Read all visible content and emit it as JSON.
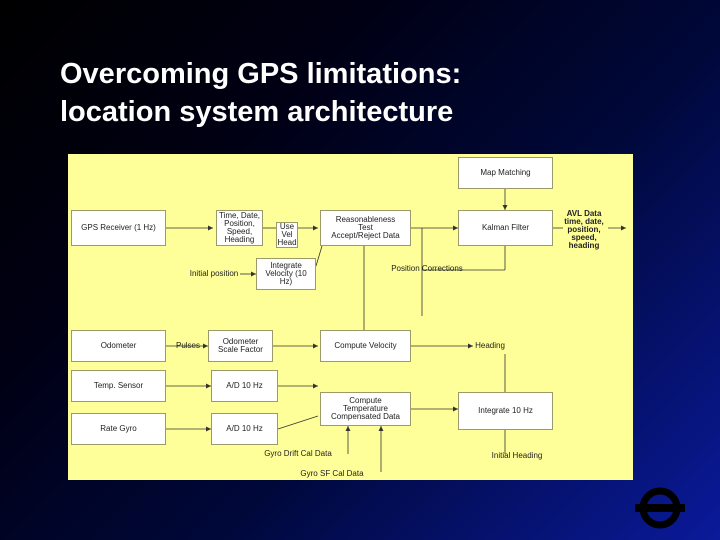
{
  "title": {
    "line1": "Overcoming GPS limitations:",
    "line2": "location system architecture"
  },
  "diagram": {
    "boxes": {
      "gps_receiver": "GPS Receiver (1 Hz)",
      "odometer": "Odometer",
      "temp_sensor": "Temp. Sensor",
      "rate_gyro": "Rate Gyro",
      "time_date": "Time, Date,\nPosition,\nSpeed,\nHeading",
      "use_vel_head": "Use\nVel\nHead",
      "integrate_velocity": "Integrate\nVelocity (10\nHz)",
      "odometer_scale": "Odometer\nScale Factor",
      "ad_10hz_1": "A/D 10 Hz",
      "ad_10hz_2": "A/D 10 Hz",
      "reasonableness": "Reasonableness\nTest\nAccept/Reject Data",
      "compute_velocity": "Compute Velocity",
      "compute_temp": "Compute\nTemperature\nCompensated Data",
      "map_matching": "Map Matching",
      "kalman_filter": "Kalman Filter",
      "integrate_10hz": "Integrate 10 Hz"
    },
    "labels": {
      "initial_position": "Initial position",
      "position_corrections": "Position Corrections",
      "pulses": "Pulses",
      "heading": "Heading",
      "avl_data": "AVL Data\ntime, date,\nposition,\nspeed,\nheading",
      "gyro_drift_cal": "Gyro Drift Cal Data",
      "gyro_sf_cal": "Gyro SF Cal Data",
      "initial_heading": "Initial Heading"
    }
  },
  "colors": {
    "diagram_background": "#ffff99",
    "title_text": "#ffffff",
    "logo_color": "#000000"
  },
  "icons": {
    "logo": "underground-roundel-icon"
  }
}
